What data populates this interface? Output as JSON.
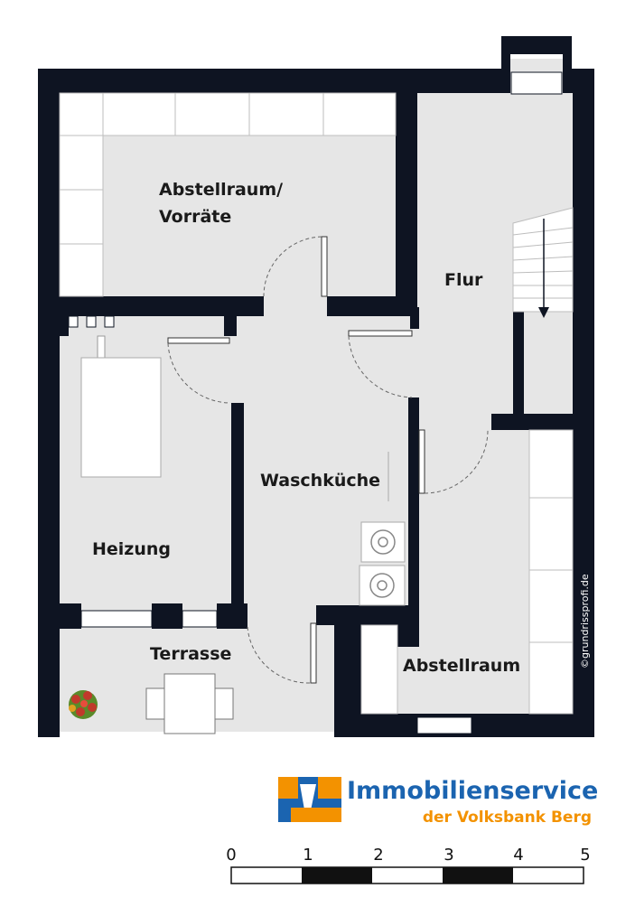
{
  "rooms": {
    "abstellraum_vorraete_line1": "Abstellraum/",
    "abstellraum_vorraete_line2": "Vorräte",
    "flur": "Flur",
    "waschkueche": "Waschküche",
    "heizung": "Heizung",
    "terrasse": "Terrasse",
    "abstellraum": "Abstellraum"
  },
  "copyright": "©grundrissprofi.de",
  "brand": {
    "name": "Immobilienservice",
    "subtitle": "der Volksbank Berg",
    "logo_letter": "V",
    "colors": {
      "blue": "#1b64b0",
      "orange": "#f39200"
    }
  },
  "scale_bar": {
    "labels": [
      "0",
      "1",
      "2",
      "3",
      "4",
      "5"
    ]
  },
  "colors": {
    "wall": "#0e1422",
    "floor": "#e6e6e6",
    "furniture": "#ffffff"
  }
}
